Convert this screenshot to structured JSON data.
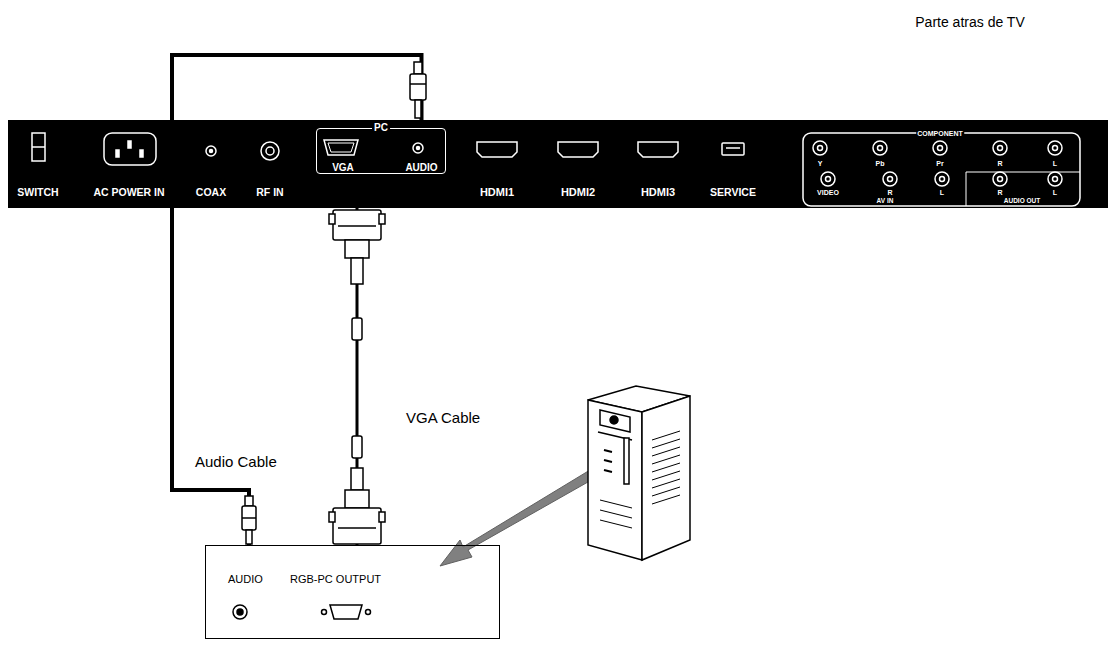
{
  "diagram": {
    "nodes": [
      {
        "text": [
          "PC"
        ]
      },
      {
        "text": [
          "VGA"
        ],
        "in": 0
      },
      {
        "text": [
          "AUDIO"
        ],
        "in": 0
      },
      {
        "text": [
          "AUDIO",
          "RGB-PC OUTPUT"
        ]
      }
    ],
    "edges": [
      {
        "from": 3,
        "to": 1,
        "arrow": "none",
        "label": "VGA Cable"
      },
      {
        "from": 3,
        "to": 2,
        "arrow": "none",
        "label": "Audio Cable"
      }
    ],
    "labels": [
      "Parte atras de TV",
      "SWITCH",
      "AC POWER IN",
      "COAX",
      "RF IN",
      "HDMI1",
      "HDMI2",
      "HDMI3",
      "SERVICE",
      "COMPONENT",
      "Y",
      "Pb",
      "Pr",
      "R",
      "L",
      "VIDEO",
      "R",
      "L",
      "AV IN",
      "R",
      "L",
      "AUDIO OUT"
    ]
  }
}
